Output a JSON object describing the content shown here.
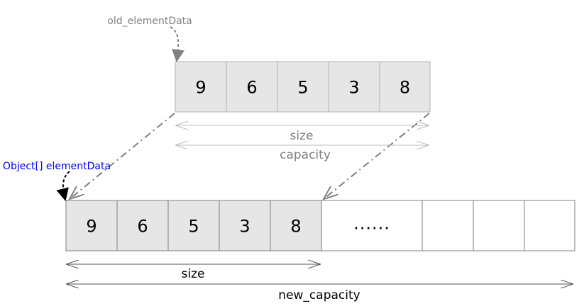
{
  "labels": {
    "old_pointer": "old_elementData",
    "new_pointer": "Object[] elementData",
    "old_size": "size",
    "old_capacity": "capacity",
    "new_size": "size",
    "new_capacity": "new_capacity"
  },
  "old_array": {
    "cells": [
      "9",
      "6",
      "5",
      "3",
      "8"
    ]
  },
  "new_array": {
    "cells": [
      "9",
      "6",
      "5",
      "3",
      "8",
      "......",
      "",
      "",
      ""
    ]
  },
  "colors": {
    "filled_cell": "#e6e6e6",
    "empty_cell": "#ffffff",
    "cell_border": "#7f7f7f",
    "old_text": "#808080",
    "new_pointer_text": "#0000ff",
    "arrow_gray": "#808080",
    "arrow_black": "#000000"
  }
}
